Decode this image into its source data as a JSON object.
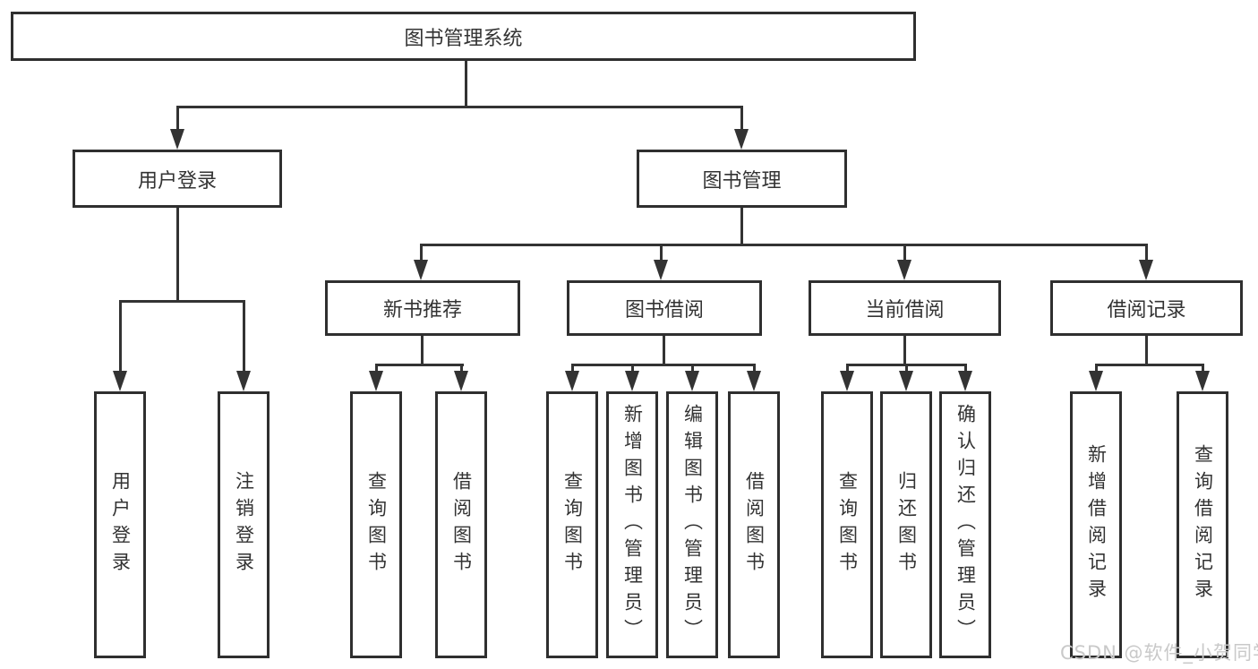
{
  "diagram": {
    "root": {
      "label": "图书管理系统"
    },
    "level2": [
      {
        "label": "用户登录"
      },
      {
        "label": "图书管理"
      }
    ],
    "level3": [
      {
        "label": "新书推荐",
        "parent": "图书管理"
      },
      {
        "label": "图书借阅",
        "parent": "图书管理"
      },
      {
        "label": "当前借阅",
        "parent": "图书管理"
      },
      {
        "label": "借阅记录",
        "parent": "图书管理"
      }
    ],
    "leaves": [
      {
        "label": "用户登录",
        "parent": "用户登录"
      },
      {
        "label": "注销登录",
        "parent": "用户登录"
      },
      {
        "label": "查询图书",
        "parent": "新书推荐"
      },
      {
        "label": "借阅图书",
        "parent": "新书推荐"
      },
      {
        "label": "查询图书",
        "parent": "图书借阅"
      },
      {
        "label": "新增图书（管理员）",
        "parent": "图书借阅"
      },
      {
        "label": "编辑图书（管理员）",
        "parent": "图书借阅"
      },
      {
        "label": "借阅图书",
        "parent": "图书借阅"
      },
      {
        "label": "查询图书",
        "parent": "当前借阅"
      },
      {
        "label": "归还图书",
        "parent": "当前借阅"
      },
      {
        "label": "确认归还（管理员）",
        "parent": "当前借阅"
      },
      {
        "label": "新增借阅记录",
        "parent": "借阅记录"
      },
      {
        "label": "查询借阅记录",
        "parent": "借阅记录"
      }
    ]
  },
  "watermark": "CSDN @软件_小贺同学",
  "colors": {
    "line": "#333333",
    "border": "#2f2f2f",
    "text": "#333333",
    "watermark": "#c9c9c9",
    "background": "#ffffff"
  }
}
